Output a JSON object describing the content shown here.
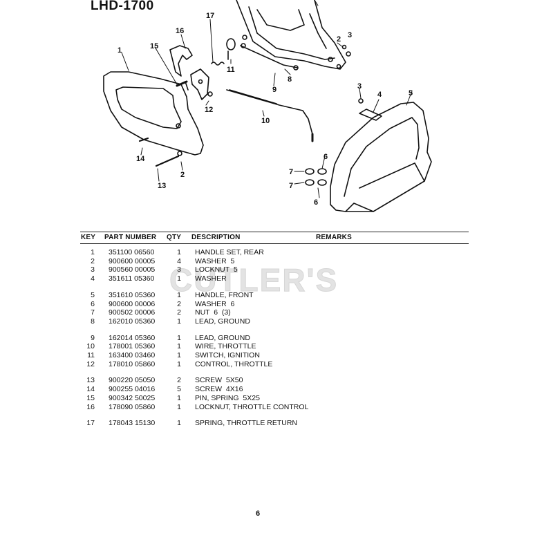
{
  "model": "LHD-1700",
  "callouts": [
    "17",
    "16",
    "15",
    "1",
    "11",
    "8",
    "9",
    "12",
    "10",
    "14",
    "13",
    "2",
    "3",
    "4",
    "5",
    "6",
    "7",
    "7",
    "6",
    "2",
    "3"
  ],
  "table": {
    "headers": {
      "key": "KEY",
      "part_number": "PART NUMBER",
      "qty": "QTY",
      "description": "DESCRIPTION",
      "remarks": "REMARKS"
    },
    "rows": [
      {
        "key": "1",
        "part": "351100 06560",
        "qty": "1",
        "desc": "HANDLE SET, REAR"
      },
      {
        "key": "2",
        "part": "900600 00005",
        "qty": "4",
        "desc": "WASHER  5"
      },
      {
        "key": "3",
        "part": "900560 00005",
        "qty": "3",
        "desc": "LOCKNUT  5"
      },
      {
        "key": "4",
        "part": "351611 05360",
        "qty": "1",
        "desc": "WASHER"
      },
      {
        "key": "5",
        "part": "351610 05360",
        "qty": "1",
        "desc": "HANDLE, FRONT"
      },
      {
        "key": "6",
        "part": "900600 00006",
        "qty": "2",
        "desc": "WASHER  6"
      },
      {
        "key": "7",
        "part": "900502 00006",
        "qty": "2",
        "desc": "NUT  6  (3)"
      },
      {
        "key": "8",
        "part": "162010 05360",
        "qty": "1",
        "desc": "LEAD, GROUND"
      },
      {
        "key": "9",
        "part": "162014 05360",
        "qty": "1",
        "desc": "LEAD, GROUND"
      },
      {
        "key": "10",
        "part": "178001 05360",
        "qty": "1",
        "desc": "WIRE, THROTTLE"
      },
      {
        "key": "11",
        "part": "163400 03460",
        "qty": "1",
        "desc": "SWITCH, IGNITION"
      },
      {
        "key": "12",
        "part": "178010 05860",
        "qty": "1",
        "desc": "CONTROL, THROTTLE"
      },
      {
        "key": "13",
        "part": "900220 05050",
        "qty": "2",
        "desc": "SCREW  5X50"
      },
      {
        "key": "14",
        "part": "900255 04016",
        "qty": "5",
        "desc": "SCREW  4X16"
      },
      {
        "key": "15",
        "part": "900342 50025",
        "qty": "1",
        "desc": "PIN, SPRING  5X25"
      },
      {
        "key": "16",
        "part": "178090 05860",
        "qty": "1",
        "desc": "LOCKNUT, THROTTLE CONTROL"
      },
      {
        "key": "17",
        "part": "178043 15130",
        "qty": "1",
        "desc": "SPRING, THROTTLE RETURN"
      }
    ]
  },
  "watermark": "CUTLER'S",
  "page_number": "6"
}
